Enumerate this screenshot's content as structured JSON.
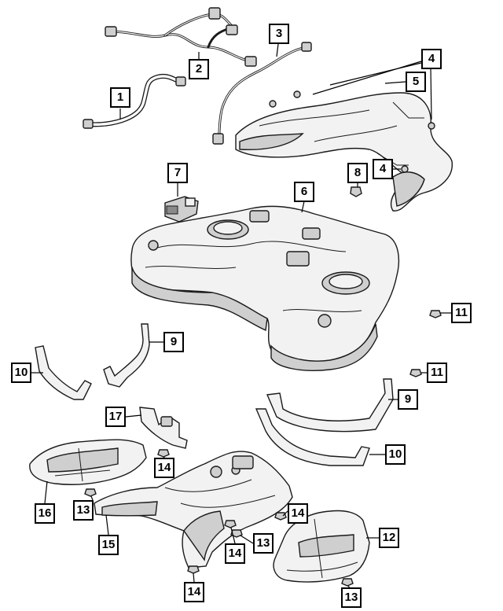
{
  "callouts": {
    "c1": "1",
    "c2": "2",
    "c3": "3",
    "c4a": "4",
    "c4b": "4",
    "c5": "5",
    "c6": "6",
    "c7": "7",
    "c8": "8",
    "c9a": "9",
    "c9b": "9",
    "c10a": "10",
    "c10b": "10",
    "c11a": "11",
    "c11b": "11",
    "c12": "12",
    "c13a": "13",
    "c13b": "13",
    "c13c": "13",
    "c14a": "14",
    "c14b": "14",
    "c14c": "14",
    "c14d": "14",
    "c15": "15",
    "c16": "16",
    "c17": "17"
  }
}
